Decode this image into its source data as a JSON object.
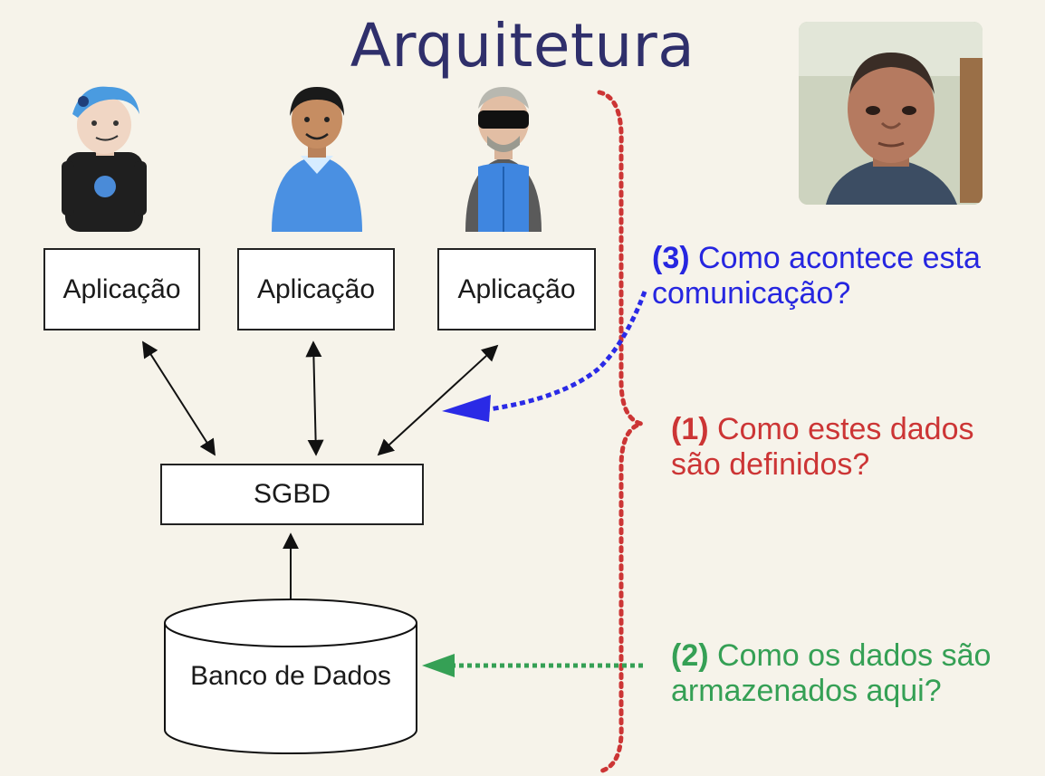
{
  "slide": {
    "title": "Arquitetura",
    "applications": [
      "Aplicação",
      "Aplicação",
      "Aplicação"
    ],
    "sgbd_label": "SGBD",
    "database_label": "Banco de Dados"
  },
  "questions": {
    "q3": {
      "number": "(3)",
      "text_line1": "Como acontece esta",
      "text_line2": "comunicação?",
      "color": "#2626e0"
    },
    "q1": {
      "number": "(1)",
      "text_line1": "Como estes dados",
      "text_line2": "são definidos?",
      "color": "#cc3535"
    },
    "q2": {
      "number": "(2)",
      "text_line1": "Como os dados são",
      "text_line2": "armazenados aqui?",
      "color": "#35a055"
    }
  },
  "colors": {
    "background": "#f6f3ea",
    "title": "#2f2f6b",
    "brace": "#cc3535"
  },
  "icons": [
    "user-blue-hair-icon",
    "user-blue-sweater-icon",
    "user-vr-headset-icon",
    "webcam-presenter"
  ]
}
